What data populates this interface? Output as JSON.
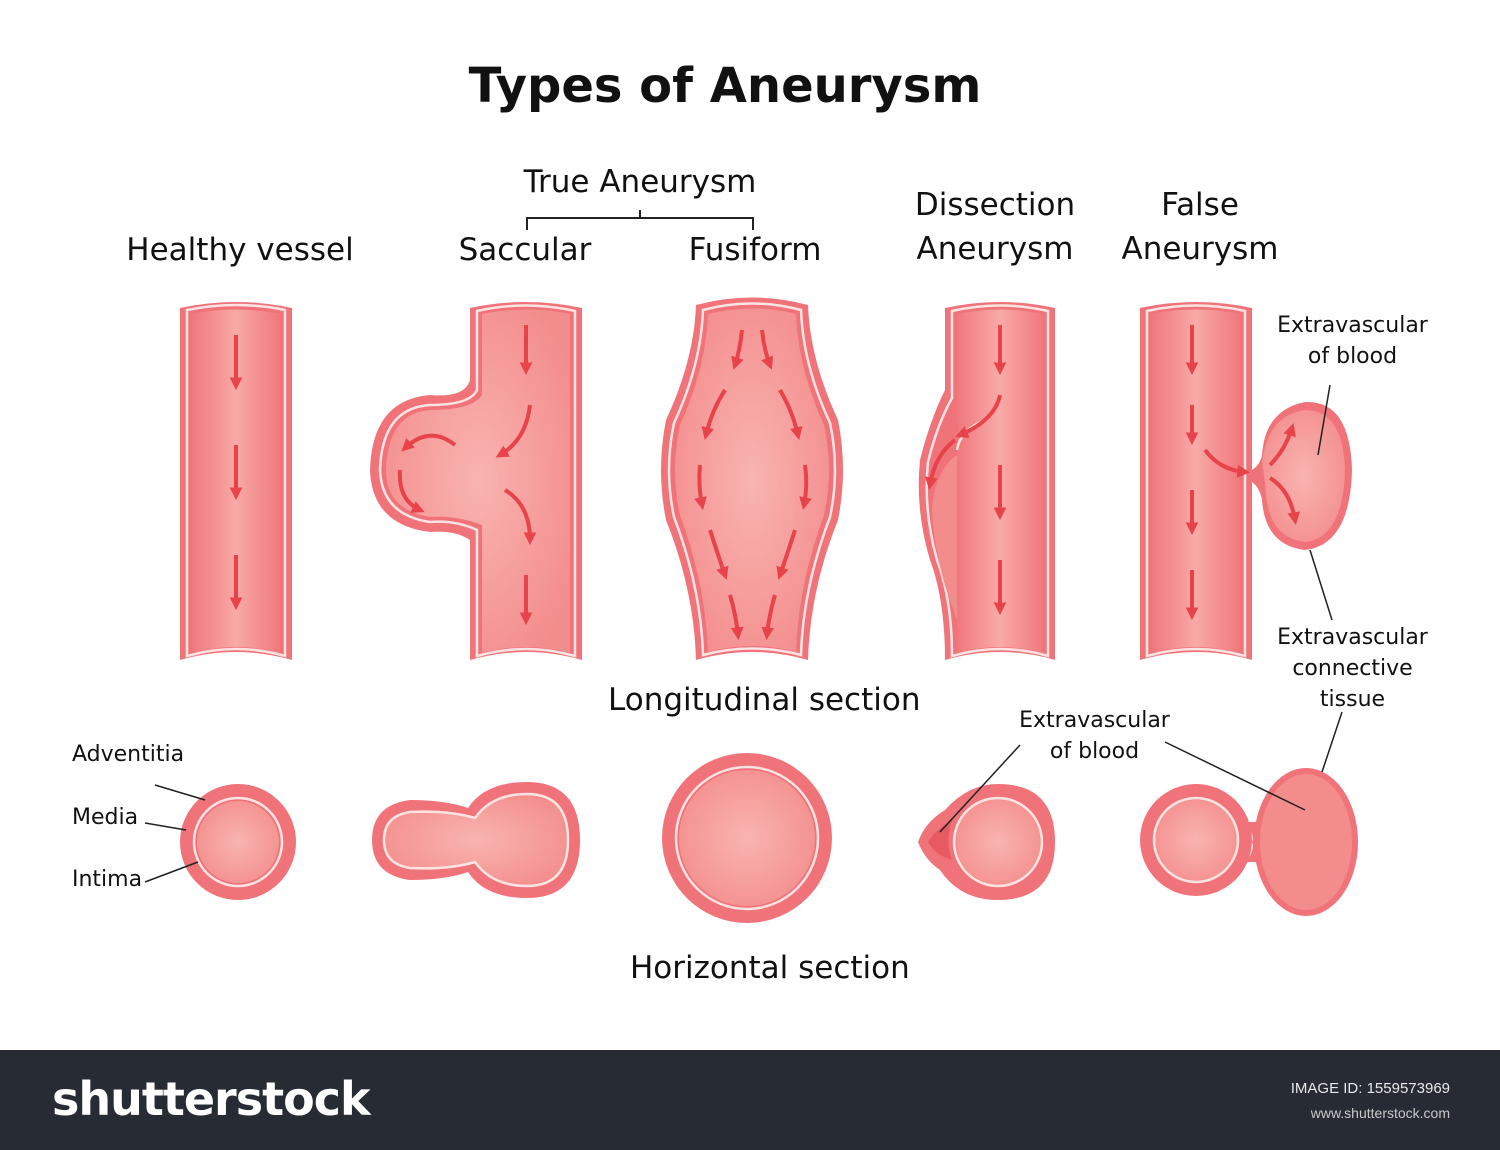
{
  "title": "Types of Aneurysm",
  "group_label": "True Aneurysm",
  "columns": {
    "healthy": "Healthy vessel",
    "saccular": "Saccular",
    "fusiform": "Fusiform",
    "dissection": [
      "Dissection",
      "Aneurysm"
    ],
    "false": [
      "False",
      "Aneurysm"
    ]
  },
  "annotations": {
    "extravascular_blood_top": [
      "Extravascular",
      "of blood"
    ],
    "extravascular_tissue": [
      "Extravascular",
      "connective",
      "tissue"
    ],
    "extravascular_blood_bottom": [
      "Extravascular",
      "of blood"
    ]
  },
  "layers": [
    "Adventitia",
    "Media",
    "Intima"
  ],
  "sections": {
    "longitudinal": "Longitudinal section",
    "horizontal": "Horizontal section"
  },
  "colors": {
    "wall": "#f0737a",
    "lumen": "#f7a2a0",
    "intima_line": "#fde4e3",
    "arrow": "#e8434a",
    "footer": "#262b34"
  },
  "footer": {
    "brand": "shutterstock",
    "image_id": "IMAGE ID: 1559573969",
    "url": "www.shutterstock.com"
  }
}
